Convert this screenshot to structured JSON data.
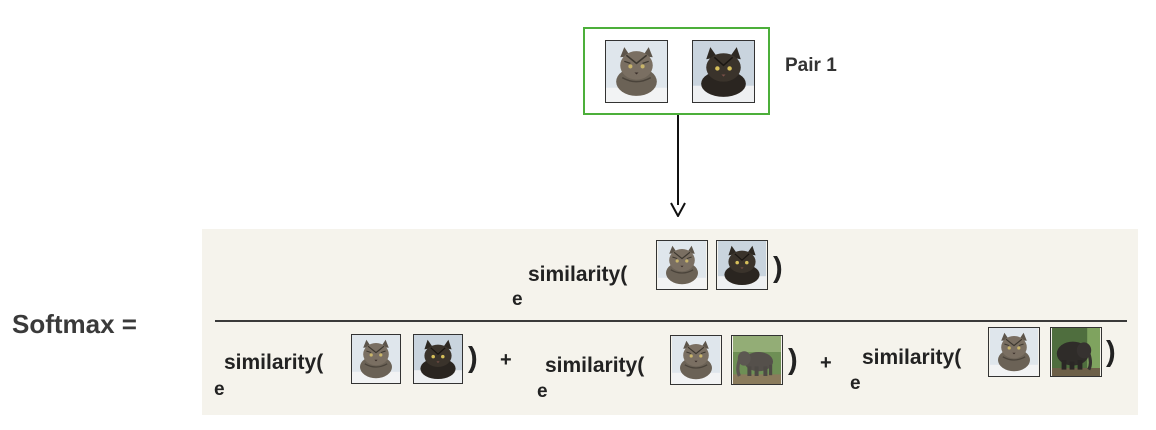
{
  "pair": {
    "label": "Pair 1"
  },
  "formula": {
    "lhs": "Softmax =",
    "e": "e",
    "similarity": "similarity(",
    "close": ")",
    "plus": "+"
  },
  "icons": {
    "cat_a": "tabby-cat-photo-icon",
    "cat_b": "dark-tabby-cat-photo-icon",
    "elephant_a": "elephant-photo-icon",
    "elephant_b": "elephant-dark-photo-icon"
  },
  "colors": {
    "pair_border": "#4caf3a",
    "formula_bg": "#f5f3ec"
  }
}
